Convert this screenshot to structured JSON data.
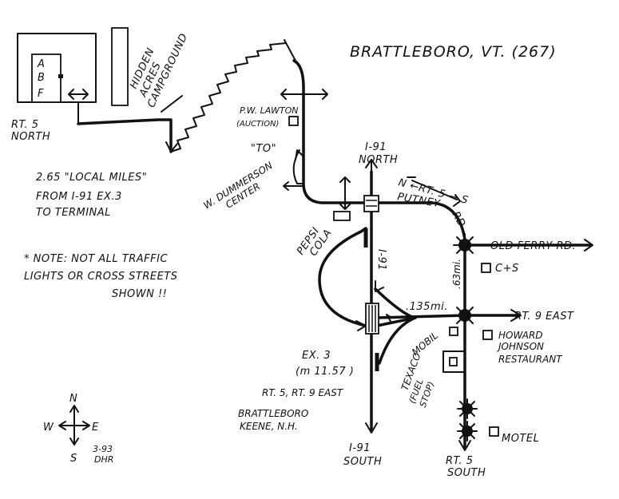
{
  "title": "BRATTLEBORO, VT. (267)",
  "campground": {
    "name_lines": [
      "HIDDEN",
      "ACRES",
      "CAMPGROUND"
    ],
    "sites": [
      "A",
      "B",
      "F"
    ]
  },
  "labels": {
    "rt5_north": [
      "RT. 5",
      "NORTH"
    ],
    "local_miles": [
      "2.65 \"LOCAL MILES\"",
      "FROM I-91 EX.3",
      "TO TERMINAL"
    ],
    "pw_lawton": [
      "P.W. LAWTON",
      "(AUCTION)"
    ],
    "to": "\"TO\"",
    "w_dummerson": [
      "W. DUMMERSON",
      "CENTER"
    ],
    "i91_north": [
      "I-91",
      "NORTH"
    ],
    "putney_rd": "N ←RT. 5 → S",
    "putney": "PUTNEY",
    "rd": "RD",
    "pepsi_cola": [
      "PEPSI",
      "COLA"
    ],
    "note": [
      "* NOTE: NOT ALL TRAFFIC",
      "LIGHTS OR CROSS STREETS",
      "SHOWN !!"
    ],
    "old_ferry_rd": "OLD FERRY RD.",
    "c_s": "C+S",
    "i91_vertical": "I-91",
    "dist_063": ".63mi.",
    "dist_0135": ".135mi.",
    "rt9_east": "RT. 9 EAST",
    "mobil": "MOBIL",
    "howard_johnson": [
      "HOWARD",
      "JOHNSON",
      "RESTAURANT"
    ],
    "texaco": [
      "TEXACO",
      "(FUEL",
      "STOP)"
    ],
    "exit": [
      "EX. 3",
      "(m 11.57 )",
      "RT. 5, RT. 9 EAST",
      "BRATTLEBORO",
      "KEENE, N.H."
    ],
    "motel": "MOTEL",
    "i91_south": [
      "I-91",
      "SOUTH"
    ],
    "rt5_south": [
      "RT. 5",
      "SOUTH"
    ],
    "compass": {
      "n": "N",
      "s": "S",
      "e": "E",
      "w": "W"
    },
    "date": [
      "3-93",
      "DHR"
    ]
  }
}
